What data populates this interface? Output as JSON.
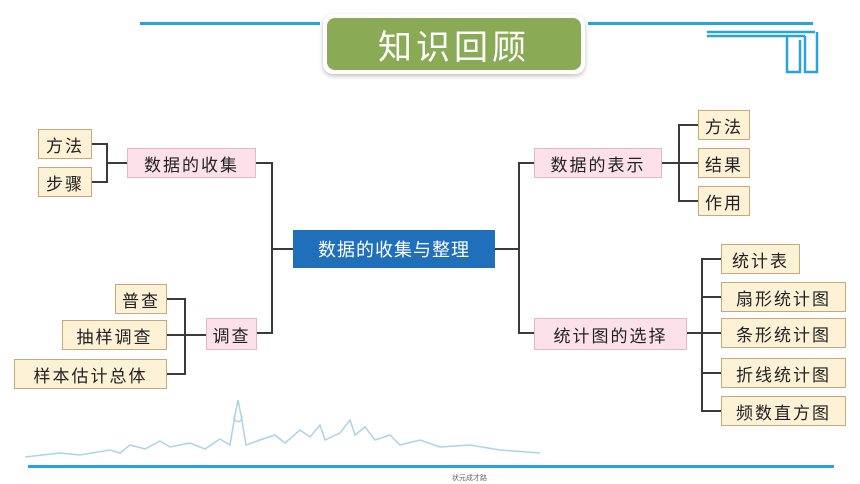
{
  "title": "知识回顾",
  "center": "数据的收集与整理",
  "left": {
    "collect": {
      "label": "数据的收集",
      "children": [
        "方法",
        "步骤"
      ]
    },
    "survey": {
      "label": "调查",
      "children": [
        "普查",
        "抽样调查",
        "样本估计总体"
      ]
    }
  },
  "right": {
    "represent": {
      "label": "数据的表示",
      "children": [
        "方法",
        "结果",
        "作用"
      ]
    },
    "chart": {
      "label": "统计图的选择",
      "children": [
        "统计表",
        "扇形统计图",
        "条形统计图",
        "折线统计图",
        "频数直方图"
      ]
    }
  },
  "footer": "状元成才路",
  "colors": {
    "title_bg": "#8aaa55",
    "center_bg": "#1f6fba",
    "leaf_bg": "#fdf1d6",
    "branch_bg": "#fce1ea",
    "accent_line": "#29a3dc"
  }
}
